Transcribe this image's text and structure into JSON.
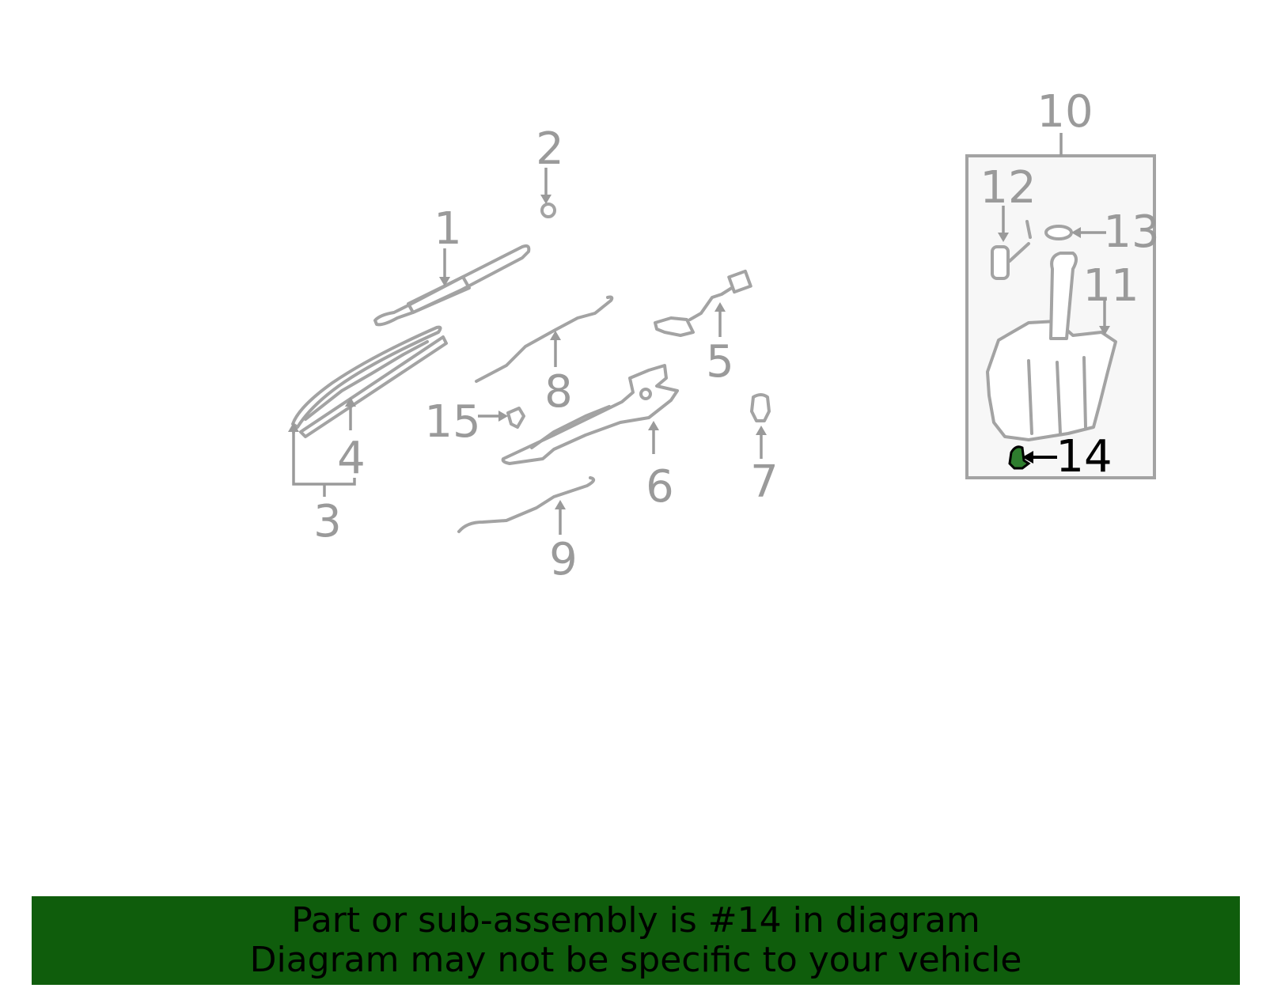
{
  "callouts": {
    "c1": "1",
    "c2": "2",
    "c3": "3",
    "c4": "4",
    "c5": "5",
    "c6": "6",
    "c7": "7",
    "c8": "8",
    "c9": "9",
    "c10": "10",
    "c11": "11",
    "c12": "12",
    "c13": "13",
    "c14": "14",
    "c15": "15"
  },
  "highlighted_part": "14",
  "banner": {
    "line1": "Part or sub-assembly is #14 in diagram",
    "line2": "Diagram may not be specific to your vehicle"
  },
  "colors": {
    "banner_bg": "#0f5d0c",
    "part_outline": "#a3a3a3",
    "callout_text": "#9a9a9a",
    "highlight_fill": "#2e7d2e",
    "highlight_text": "#000000"
  }
}
